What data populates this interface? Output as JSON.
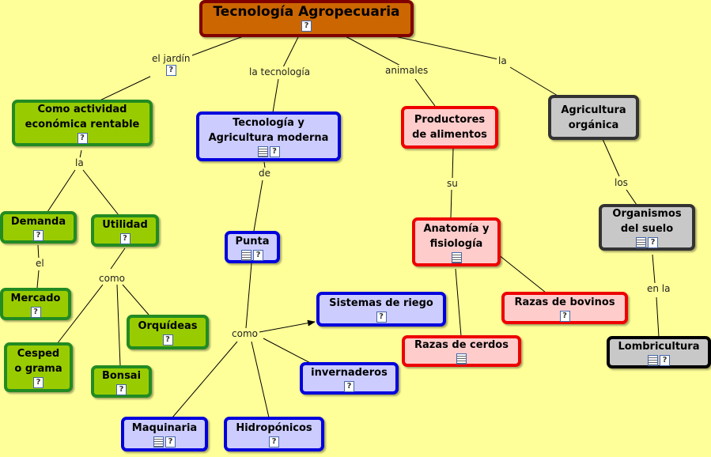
{
  "root": {
    "title": "Tecnología Agropecuaria"
  },
  "nodes": {
    "actividad": "Como actividad\neconómica rentable",
    "tecnologia": "Tecnología y\nAgricultura moderna",
    "productores": "Productores\nde alimentos",
    "organica": "Agricultura\norgánica",
    "demanda": "Demanda",
    "utilidad": "Utilidad",
    "mercado": "Mercado",
    "cesped": "Cesped\no grama",
    "orquideas": "Orquídeas",
    "bonsai": "Bonsai",
    "punta": "Punta",
    "sistemas": "Sistemas de riego",
    "invernaderos": "invernaderos",
    "maquinaria": "Maquinaria",
    "hidroponicos": "Hidropónicos",
    "anatomia": "Anatomía y\nfisiología",
    "cerdos": "Razas de cerdos",
    "bovinos": "Razas de bovinos",
    "organismos": "Organismos\ndel suelo",
    "lombricultura": "Lombricultura"
  },
  "links": {
    "el_jardin": "el jardín",
    "la_tecnologia": "la tecnología",
    "animales": "animales",
    "la_1": "la",
    "la_2": "la",
    "el": "el",
    "como_1": "como",
    "de": "de",
    "como_2": "como",
    "su": "su",
    "los": "los",
    "en_la": "en la"
  },
  "icons": {
    "question": "?",
    "document": "≡"
  },
  "colors": {
    "background": "#ffff99",
    "green_fill": "#99cc00",
    "green_border": "#228b22",
    "blue_fill": "#ccccff",
    "blue_border": "#0000dd",
    "red_fill": "#ffcccc",
    "red_border": "#ee0000",
    "gray_fill": "#c8c8c8",
    "gray_border": "#333333",
    "root_fill": "#cc6600",
    "root_border": "#800000"
  }
}
